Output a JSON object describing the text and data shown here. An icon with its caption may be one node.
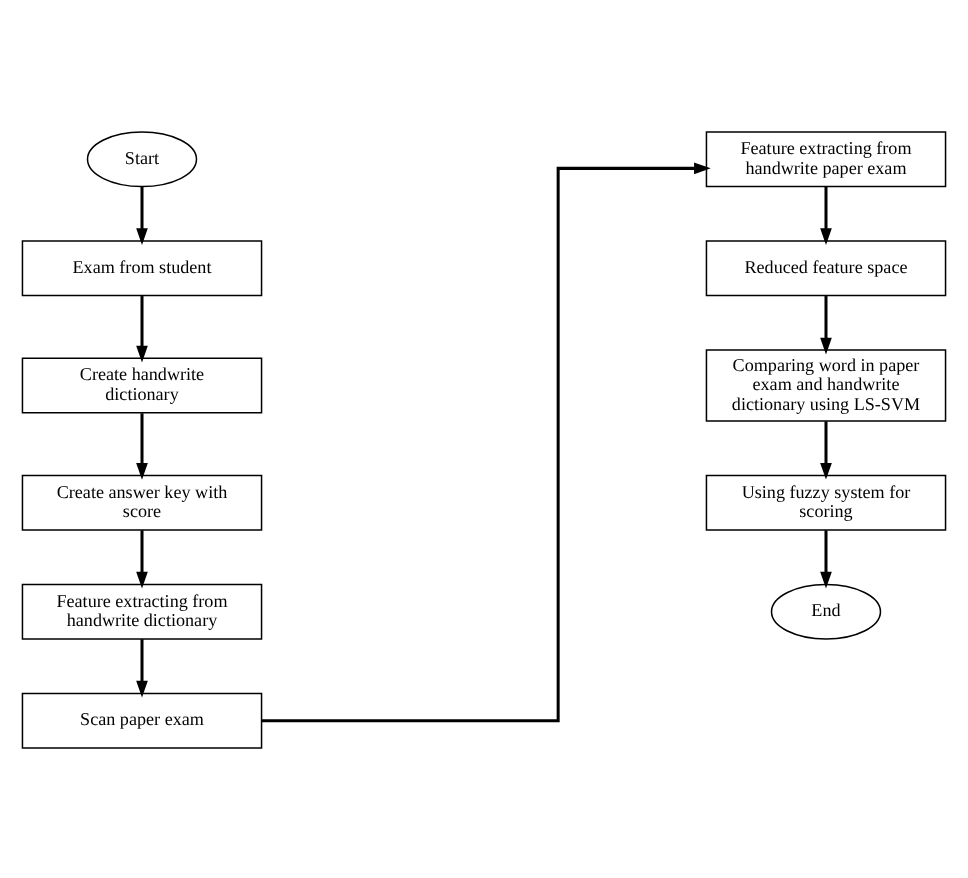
{
  "diagram": {
    "nodes": [
      {
        "text": [
          "Start"
        ]
      },
      {
        "text": [
          "Exam from student"
        ]
      },
      {
        "text": [
          "Create handwrite dictionary"
        ]
      },
      {
        "text": [
          "Create answer key with score"
        ]
      },
      {
        "text": [
          "Feature extracting from handwrite dictionary"
        ]
      },
      {
        "text": [
          "Scan paper exam"
        ]
      },
      {
        "text": [
          "Feature extracting from handwrite paper exam"
        ]
      },
      {
        "text": [
          "Reduced feature space"
        ]
      },
      {
        "text": [
          "Comparing word in paper exam and handwrite dictionary using LS-SVM"
        ]
      },
      {
        "text": [
          "Using fuzzy system for scoring"
        ]
      },
      {
        "text": [
          "End"
        ]
      }
    ],
    "edges": [
      {
        "from": 0,
        "to": 1,
        "arrow": "to"
      },
      {
        "from": 1,
        "to": 2,
        "arrow": "to"
      },
      {
        "from": 2,
        "to": 3,
        "arrow": "to"
      },
      {
        "from": 3,
        "to": 4,
        "arrow": "to"
      },
      {
        "from": 4,
        "to": 5,
        "arrow": "to"
      },
      {
        "from": 5,
        "to": 6,
        "arrow": "to"
      },
      {
        "from": 6,
        "to": 7,
        "arrow": "to"
      },
      {
        "from": 7,
        "to": 8,
        "arrow": "to"
      },
      {
        "from": 8,
        "to": 9,
        "arrow": "to"
      },
      {
        "from": 9,
        "to": 10,
        "arrow": "to"
      }
    ]
  }
}
